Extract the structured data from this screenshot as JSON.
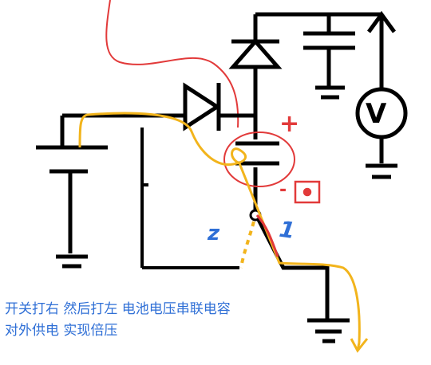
{
  "annotations": {
    "note_line1": "开关打右  然后打左 电池电压串联电容",
    "note_line2": "对外供电 实现倍压",
    "label_path2": "z",
    "label_path1": "1",
    "label_plus": "+",
    "label_minus": "-",
    "voltmeter_symbol": "V"
  },
  "colors": {
    "wire": "#000000",
    "path_yellow": "#f2b41c",
    "path_red": "#e23a3a",
    "annotation_blue": "#2f6fd6"
  }
}
